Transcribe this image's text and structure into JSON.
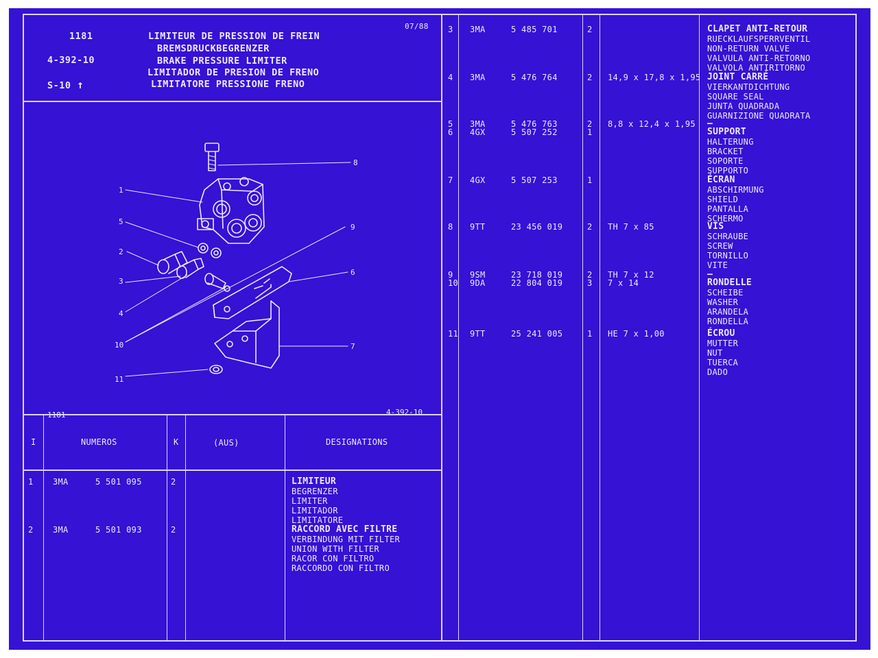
{
  "header": {
    "group": "1181",
    "date": "07/88",
    "ref": "4-392-10",
    "series": "S-10",
    "titles": [
      "LIMITEUR DE PRESSION DE FREIN",
      "BREMSDRUCKBEGRENZER",
      "BRAKE PRESSURE LIMITER",
      "LIMITADOR DE PRESION DE FRENO",
      "LIMITATORE PRESSIONE FRENO"
    ]
  },
  "drawing": {
    "left_label": "1181",
    "right_label": "4-392-10",
    "callouts": [
      "1",
      "2",
      "3",
      "4",
      "5",
      "6",
      "7",
      "8",
      "9",
      "10",
      "11"
    ]
  },
  "table_headers": {
    "index": "I",
    "numeros": "NUMEROS",
    "qty": "K",
    "aus": "(AUS)",
    "designations": "DESIGNATIONS"
  },
  "left_rows": [
    {
      "index": "1",
      "code": "3MA",
      "number": "5 501 095",
      "qty": "2",
      "dim": "",
      "desc": [
        "LIMITEUR",
        "BEGRENZER",
        "LIMITER",
        "LIMITADOR",
        "LIMITATORE"
      ]
    },
    {
      "index": "2",
      "code": "3MA",
      "number": "5 501 093",
      "qty": "2",
      "dim": "",
      "desc": [
        "RACCORD AVEC FILTRE",
        "VERBINDUNG MIT FILTER",
        "UNION WITH FILTER",
        "RACOR CON FILTRO",
        "RACCORDO CON FILTRO"
      ]
    }
  ],
  "right_rows": [
    {
      "index": "3",
      "code": "3MA",
      "number": "5 485 701",
      "qty": "2",
      "dim": "",
      "desc": [
        "CLAPET ANTI-RETOUR",
        "RUECKLAUFSPERRVENTIL",
        "NON-RETURN VALVE",
        "VALVULA ANTI-RETORNO",
        "VALVOLA ANTIRITORNO"
      ]
    },
    {
      "index": "4",
      "code": "3MA",
      "number": "5 476 764",
      "qty": "2",
      "dim": "14,9 x 17,8 x 1,95",
      "desc": [
        "JOINT CARRÉ",
        "VIERKANTDICHTUNG",
        "SQUARE SEAL",
        "JUNTA QUADRADA",
        "GUARNIZIONE QUADRATA"
      ]
    },
    {
      "index": "5",
      "code": "3MA",
      "number": "5 476 763",
      "qty": "2",
      "dim": "8,8 x 12,4 x 1,95",
      "desc": [
        "—"
      ]
    },
    {
      "index": "6",
      "code": "4GX",
      "number": "5 507 252",
      "qty": "1",
      "dim": "",
      "desc": [
        "SUPPORT",
        "HALTERUNG",
        "BRACKET",
        "SOPORTE",
        "SUPPORTO"
      ]
    },
    {
      "index": "7",
      "code": "4GX",
      "number": "5 507 253",
      "qty": "1",
      "dim": "",
      "desc": [
        "ÉCRAN",
        "ABSCHIRMUNG",
        "SHIELD",
        "PANTALLA",
        "SCHERMO"
      ]
    },
    {
      "index": "8",
      "code": "9TT",
      "number": "23 456 019",
      "qty": "2",
      "dim": "TH 7 x 85",
      "desc": [
        "VIS",
        "SCHRAUBE",
        "SCREW",
        "TORNILLO",
        "VITE"
      ]
    },
    {
      "index": "9",
      "code": "9SM",
      "number": "23 718 019",
      "qty": "2",
      "dim": "TH 7 x 12",
      "desc": [
        "—"
      ]
    },
    {
      "index": "10",
      "code": "9DA",
      "number": "22 804 019",
      "qty": "3",
      "dim": "7 x 14",
      "desc": [
        "RONDELLE",
        "SCHEIBE",
        "WASHER",
        "ARANDELA",
        "RONDELLA"
      ]
    },
    {
      "index": "11",
      "code": "9TT",
      "number": "25 241 005",
      "qty": "1",
      "dim": "HE 7 x 1,00",
      "desc": [
        "ÉCROU",
        "MUTTER",
        "NUT",
        "TUERCA",
        "DADO"
      ]
    }
  ]
}
